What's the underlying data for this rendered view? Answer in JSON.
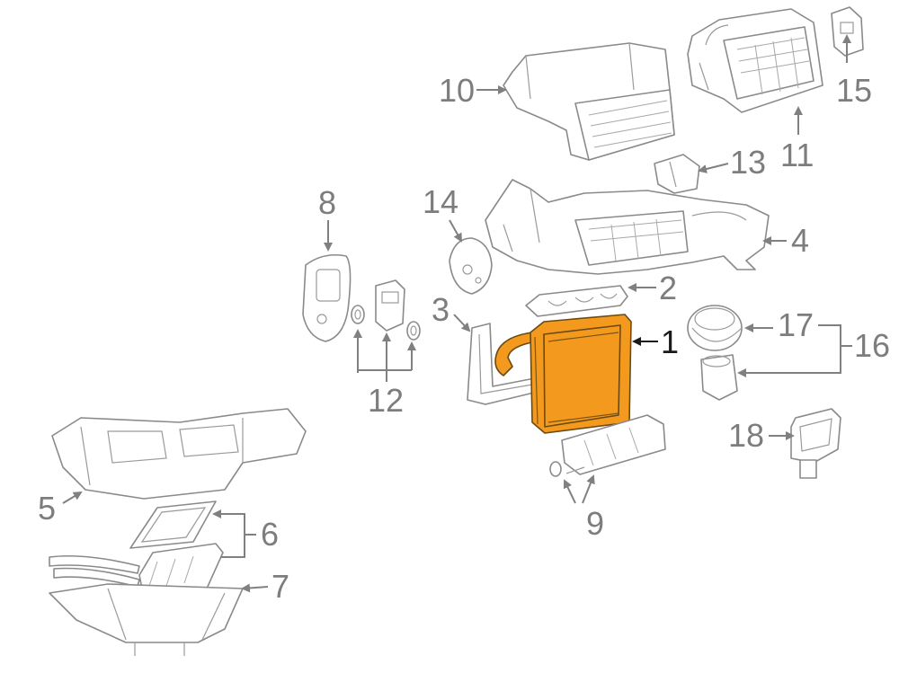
{
  "diagram": {
    "highlight_color": "#f39a1e",
    "callouts": {
      "c1": "1",
      "c2": "2",
      "c3": "3",
      "c4": "4",
      "c5": "5",
      "c6": "6",
      "c7": "7",
      "c8": "8",
      "c9": "9",
      "c10": "10",
      "c11": "11",
      "c12": "12",
      "c13": "13",
      "c14": "14",
      "c15": "15",
      "c16": "16",
      "c17": "17",
      "c18": "18"
    }
  }
}
